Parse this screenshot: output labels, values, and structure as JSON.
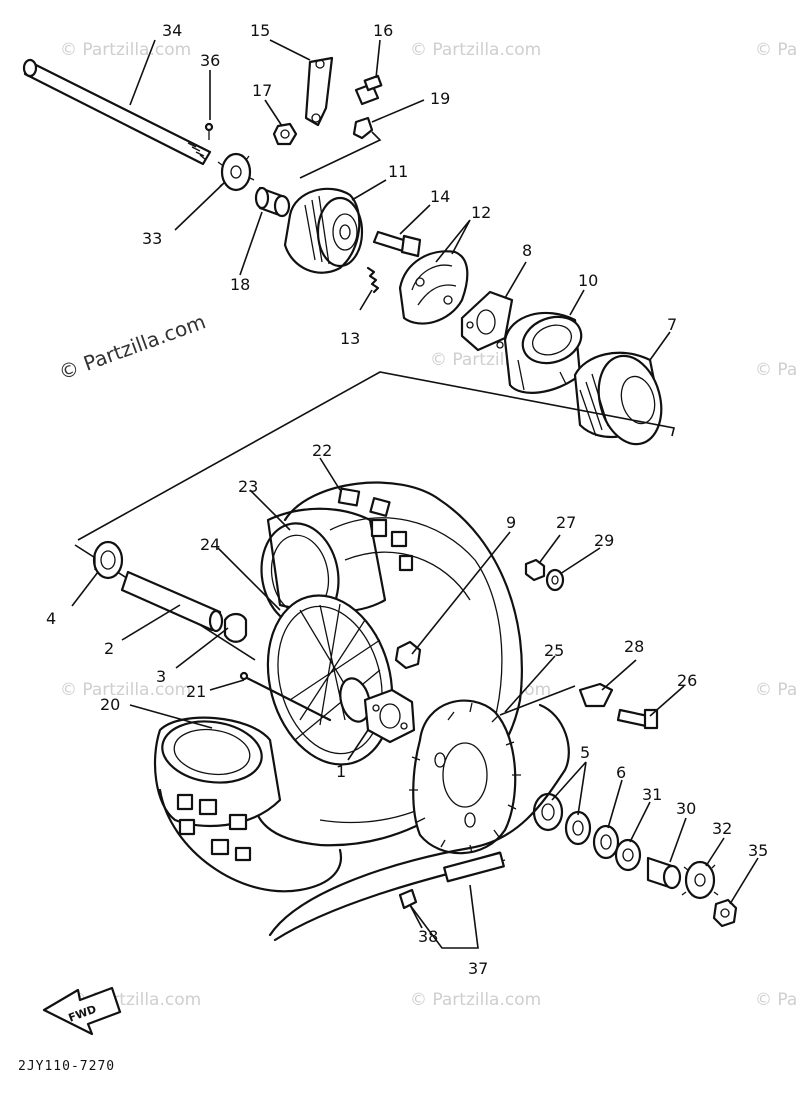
{
  "watermark": {
    "text": "© Partzilla.com",
    "prominent_text": "© Partzilla.com"
  },
  "diagram_code": "2JY110-7270",
  "fwd_label": "FWD",
  "part_numbers": [
    "1",
    "2",
    "3",
    "4",
    "5",
    "6",
    "7",
    "8",
    "9",
    "10",
    "11",
    "12",
    "13",
    "14",
    "15",
    "16",
    "17",
    "18",
    "19",
    "20",
    "21",
    "22",
    "23",
    "24",
    "25",
    "26",
    "27",
    "28",
    "29",
    "30",
    "31",
    "32",
    "33",
    "34",
    "35",
    "36",
    "37",
    "38"
  ],
  "colors": {
    "line": "#111111",
    "watermark": "#cfcfcf",
    "background": "#ffffff"
  }
}
